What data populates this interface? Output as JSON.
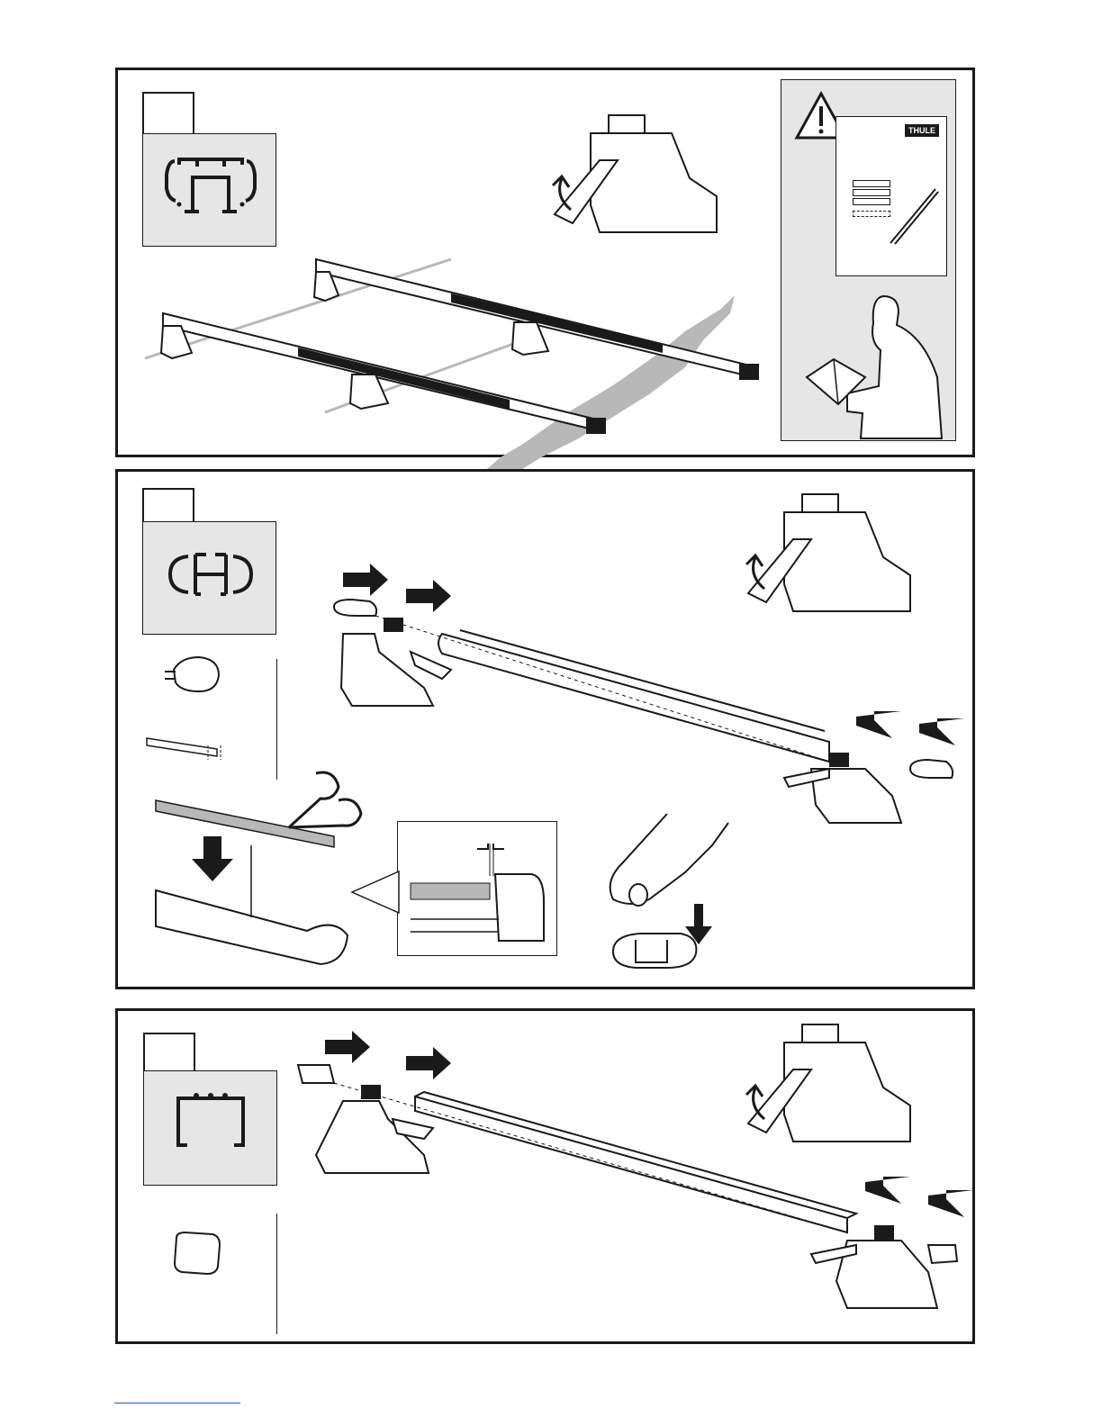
{
  "manual": {
    "brand_label": "THULE",
    "steps": [
      {
        "id": "step-1",
        "number": "",
        "profile": "wingbar-profile-icon"
      },
      {
        "id": "step-2",
        "number": "",
        "profile": "aerobar-profile-icon"
      },
      {
        "id": "step-3",
        "number": "",
        "profile": "squarebar-profile-icon"
      }
    ]
  },
  "colors": {
    "line": "#1a1a1a",
    "panel_gray": "#e6e6e6",
    "shadow_gray": "#b8b8b8",
    "footer_link": "#2c4fd6"
  },
  "icons": {
    "warning": "warning-triangle-icon",
    "arrow_push": "push-arrow-icon",
    "arrow_down": "down-arrow-icon",
    "scissors": "scissors-icon"
  }
}
